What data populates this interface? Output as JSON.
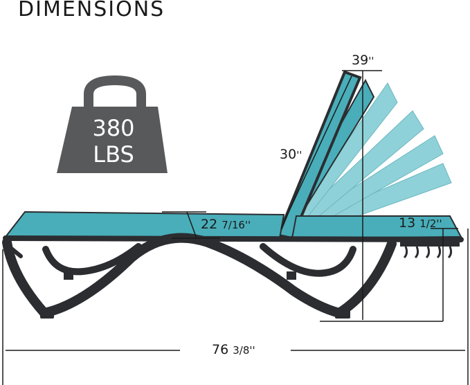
{
  "title": "DIMENSIONS",
  "weight": {
    "value": "380",
    "unit": "LBS"
  },
  "dimensions": {
    "top_width": {
      "main": "39",
      "mark": "''"
    },
    "backrest": {
      "main": "30",
      "mark": "''"
    },
    "seat_height": {
      "main": "22",
      "frac": "7/16",
      "mark": "''"
    },
    "arm_height": {
      "main": "13",
      "frac": "1/2",
      "mark": "''"
    },
    "length": {
      "main": "76",
      "frac": "3/8",
      "mark": "''"
    }
  },
  "colors": {
    "fabric": "#49aeb9",
    "fabric_light": "#8fd1d8",
    "frame": "#2b2d31",
    "weight_icon": "#58595b",
    "line": "#1a1a1a"
  }
}
